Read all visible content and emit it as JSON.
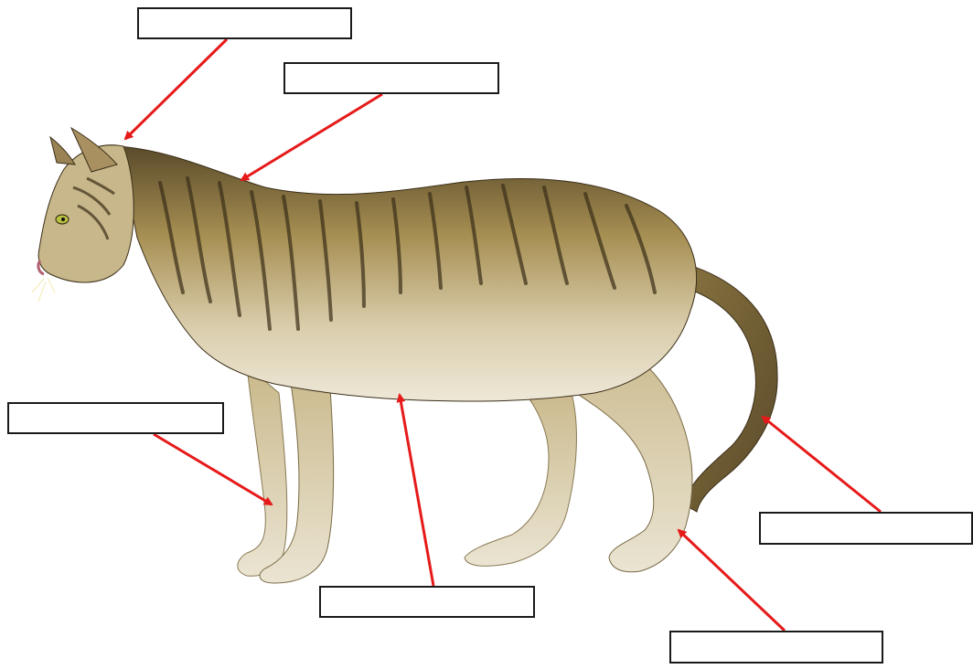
{
  "labels": [
    {
      "id": "ear",
      "text": ""
    },
    {
      "id": "neck",
      "text": ""
    },
    {
      "id": "foreleg",
      "text": ""
    },
    {
      "id": "belly",
      "text": ""
    },
    {
      "id": "tail",
      "text": ""
    },
    {
      "id": "hindfoot",
      "text": ""
    }
  ],
  "colors": {
    "arrow": "#e61a1a",
    "fur_base": "#b59a5a",
    "fur_dark": "#4a3a22",
    "fur_light": "#ece6d2",
    "box_border": "#1a1a1a"
  }
}
